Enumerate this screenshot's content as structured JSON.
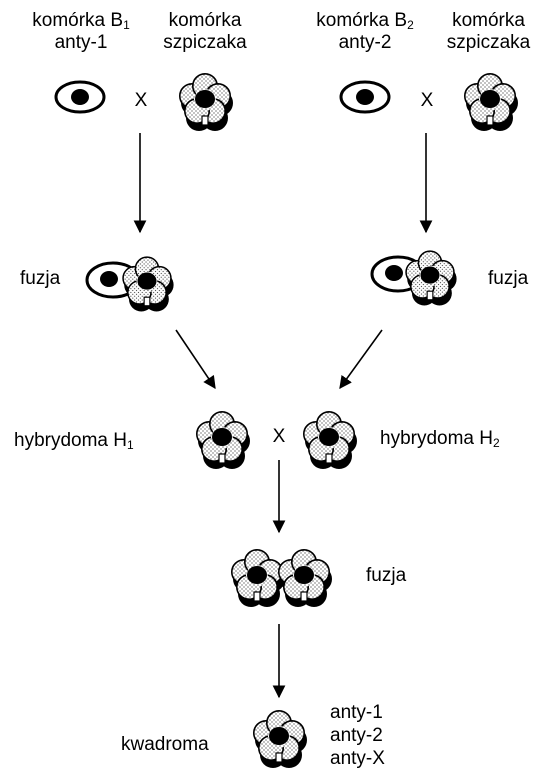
{
  "labels": {
    "b1_cell": "komórka B",
    "b1_index": "1",
    "b1_specificity": "anty-1",
    "myeloma_cell_left": "komórka",
    "myeloma_cell_left_2": "szpiczaka",
    "b2_cell": "komórka B",
    "b2_index": "2",
    "b2_specificity": "anty-2",
    "myeloma_cell_right": "komórka",
    "myeloma_cell_right_2": "szpiczaka",
    "cross_symbol": "X",
    "fusion": "fuzja",
    "hybridoma_1_prefix": "hybrydoma H",
    "hybridoma_1_index": "1",
    "hybridoma_2_prefix": "hybrydoma H",
    "hybridoma_2_index": "2",
    "quadroma": "kwadroma",
    "quadroma_specificities": [
      "anty-1",
      "anty-2",
      "anty-X"
    ]
  }
}
